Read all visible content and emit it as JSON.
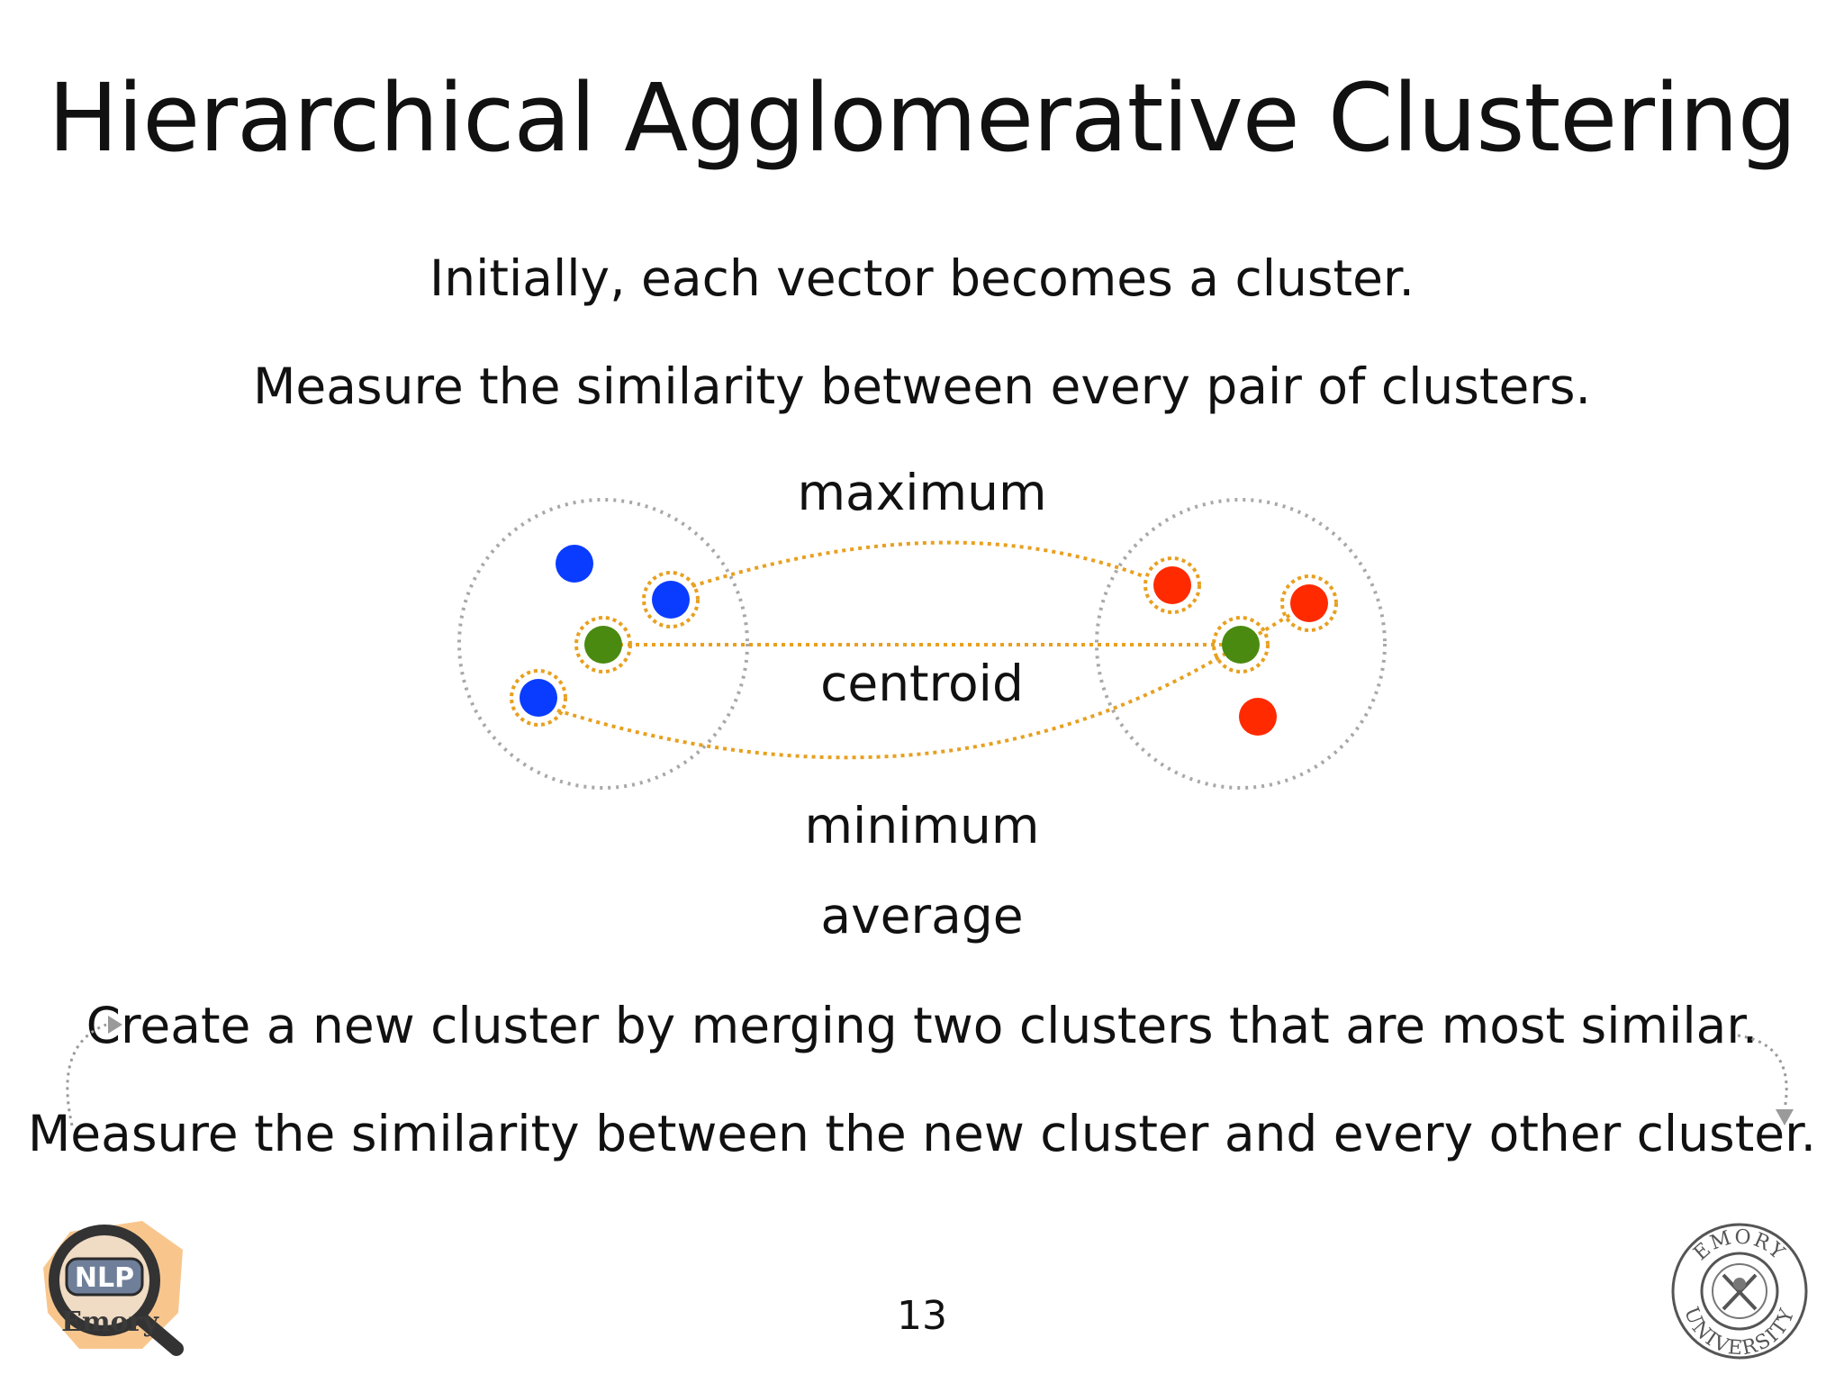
{
  "slide": {
    "title": "Hierarchical Agglomerative Clustering",
    "line1": "Initially, each vector becomes a cluster.",
    "line2": "Measure the similarity between every pair of clusters.",
    "line3": "Create a new cluster by merging two clusters that are most similar.",
    "line4": "Measure the similarity between the new cluster and every other cluster.",
    "page_number": "13"
  },
  "diagram": {
    "labels": {
      "maximum": "maximum",
      "centroid": "centroid",
      "minimum": "minimum",
      "average": "average"
    },
    "colors": {
      "blue_point": "#0a3cff",
      "red_point": "#ff2a00",
      "green_point": "#4a8a10",
      "link": "#e8a020",
      "cluster_outline": "#a8a8a8"
    }
  },
  "logos": {
    "left_badge": "NLP",
    "left_script": "Emory",
    "right_seal_top": "EMORY",
    "right_seal_bottom": "UNIVERSITY"
  }
}
